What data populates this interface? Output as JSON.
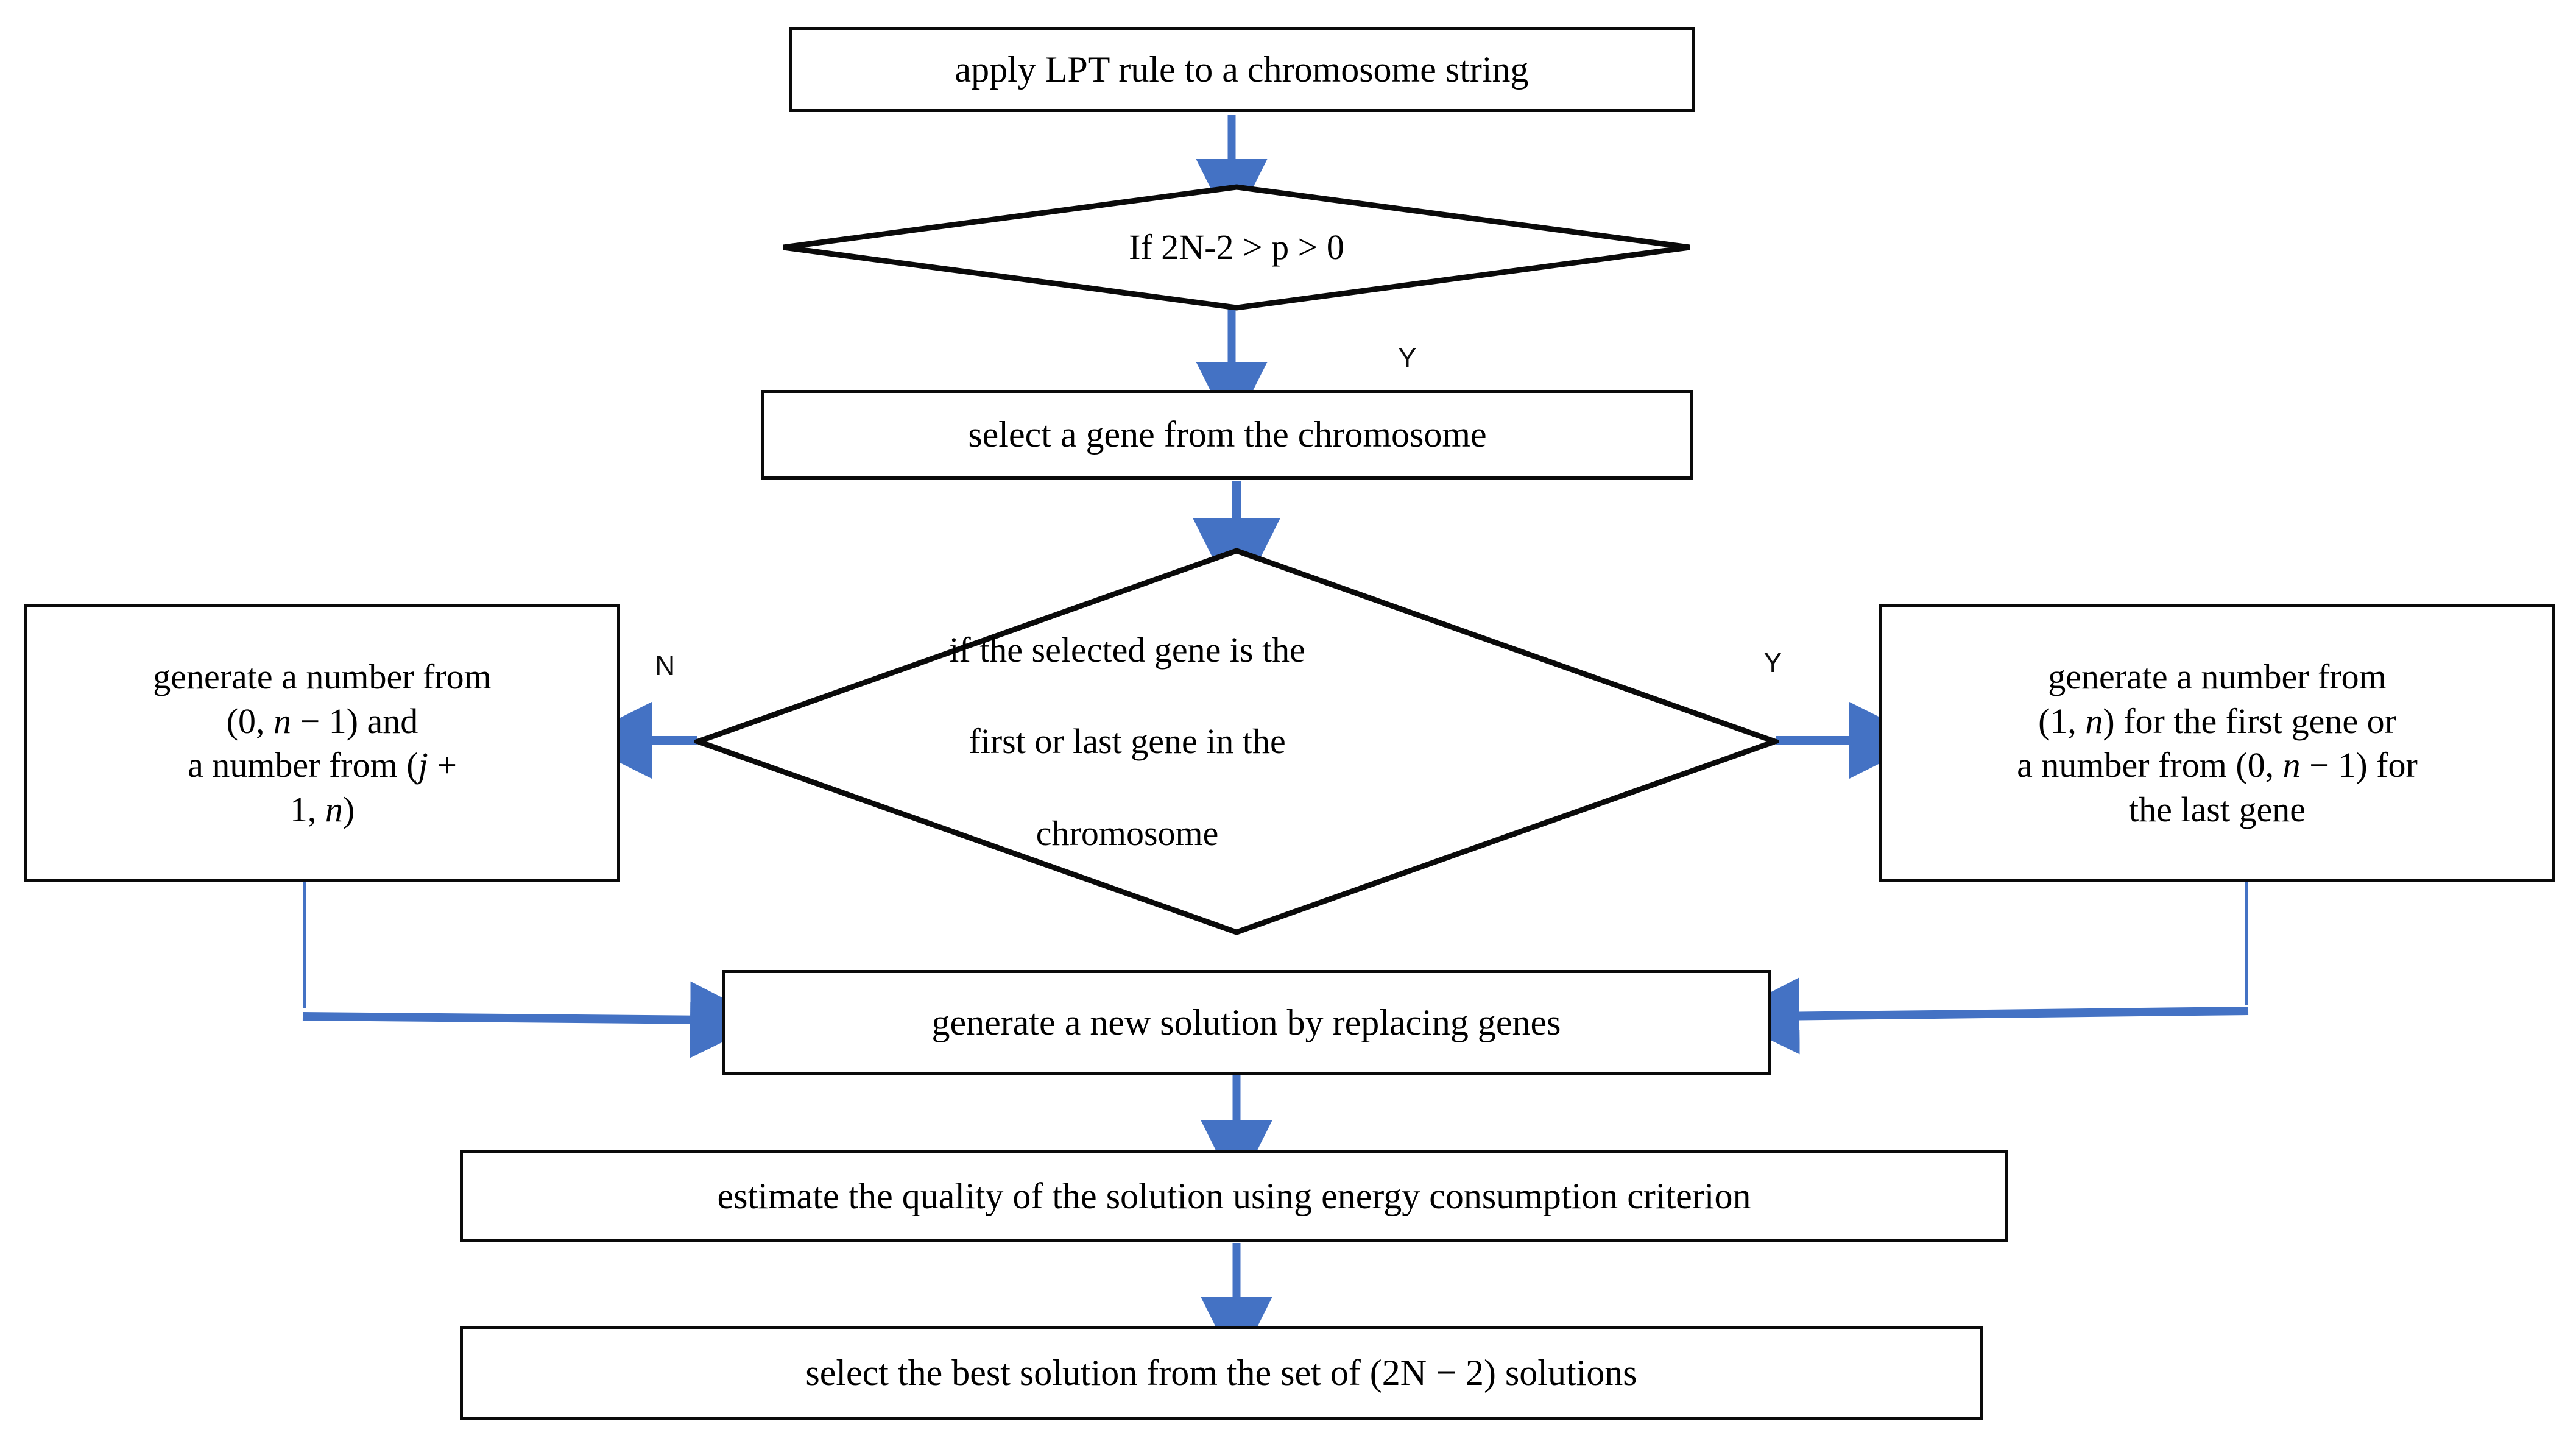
{
  "diagram": {
    "type": "flowchart",
    "title": "LPT-rule chromosome mutation flowchart",
    "accent_color": "#4472C4",
    "border_color": "#0A0A0A",
    "background_color": "#FFFFFF",
    "nodes": {
      "apply_lpt": {
        "shape": "process",
        "text": "apply LPT rule to a chromosome string"
      },
      "cond_p_range": {
        "shape": "decision",
        "text": "If  2N-2  > p > 0"
      },
      "select_gene": {
        "shape": "process",
        "text": "select a gene from the chromosome"
      },
      "cond_first_last": {
        "shape": "decision",
        "line1": "if the selected gene is the",
        "line2": "first or last gene in the",
        "line3": "chromosome"
      },
      "gen_left": {
        "shape": "process",
        "line1": "generate a number from",
        "line2_pre": "(0, ",
        "line2_var": "n",
        "line2_post": " − 1) and",
        "line3_pre": "a number from (",
        "line3_var": "j",
        "line3_post": " +",
        "line4_pre": "1, ",
        "line4_var": "n",
        "line4_post": ")"
      },
      "gen_right": {
        "shape": "process",
        "line1": "generate a number from",
        "line2_pre": "(1, ",
        "line2_var": "n",
        "line2_post": ") for the first gene or",
        "line3_pre": "a number from (0, ",
        "line3_var": "n",
        "line3_post": " − 1) for",
        "line4": "the last gene"
      },
      "new_solution": {
        "shape": "process",
        "text": "generate a new solution by replacing genes"
      },
      "estimate_quality": {
        "shape": "process",
        "text": "estimate the quality of the solution using energy consumption criterion"
      },
      "select_best": {
        "shape": "process",
        "text": "select the best solution from the set of (2N − 2) solutions"
      }
    },
    "branch_labels": {
      "cond_p_yes": "Y",
      "cond_first_last_no": "N",
      "cond_first_last_yes": "Y"
    }
  }
}
